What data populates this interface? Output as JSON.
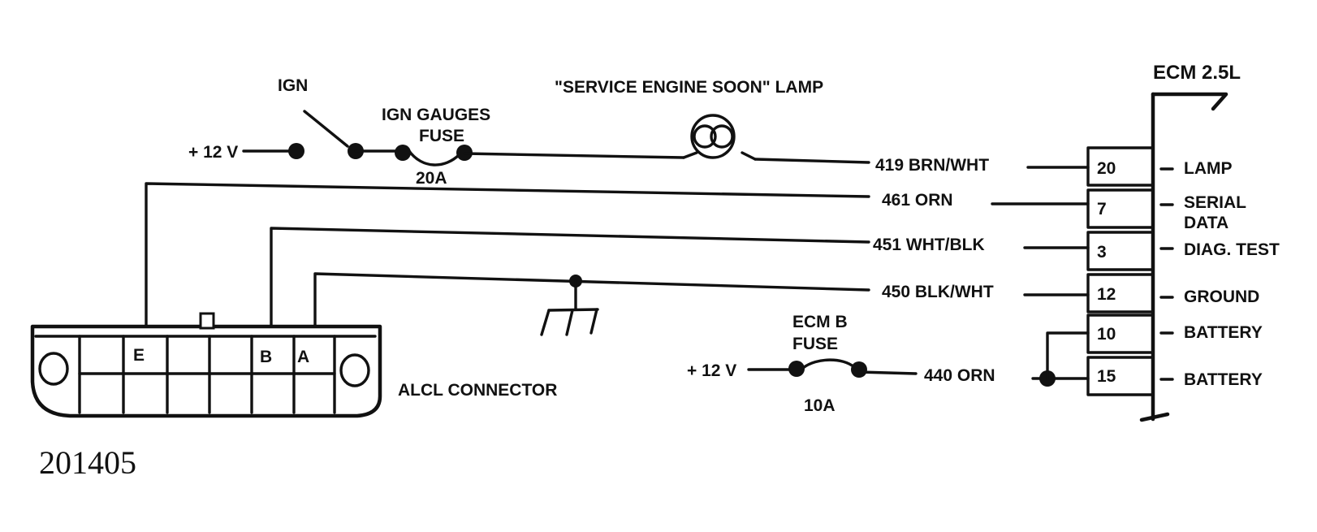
{
  "ecm": {
    "title": "ECM 2.5L",
    "pins": [
      {
        "pin": "20",
        "function": [
          "LAMP"
        ],
        "wire": "419 BRN/WHT"
      },
      {
        "pin": "7",
        "function": [
          "SERIAL",
          "DATA"
        ],
        "wire": "461 ORN"
      },
      {
        "pin": "3",
        "function": [
          "DIAG. TEST"
        ],
        "wire": "451 WHT/BLK"
      },
      {
        "pin": "12",
        "function": [
          "GROUND"
        ],
        "wire": "450 BLK/WHT"
      },
      {
        "pin": "10",
        "function": [
          "BATTERY"
        ],
        "wire": ""
      },
      {
        "pin": "15",
        "function": [
          "BATTERY"
        ],
        "wire": "440 ORN"
      }
    ]
  },
  "ign_circuit": {
    "supply": "+ 12 V",
    "switch_label": "IGN",
    "fuse_label": [
      "IGN GAUGES",
      "FUSE"
    ],
    "fuse_rating": "20A",
    "lamp_label": "\"SERVICE ENGINE SOON\" LAMP"
  },
  "battery_circuit": {
    "supply": "+ 12 V",
    "fuse_label": [
      "ECM B",
      "FUSE"
    ],
    "fuse_rating": "10A",
    "wire": "440 ORN"
  },
  "alcl": {
    "label": "ALCL CONNECTOR",
    "cavities": [
      "E",
      "B",
      "A"
    ]
  },
  "figure_number": "201405"
}
